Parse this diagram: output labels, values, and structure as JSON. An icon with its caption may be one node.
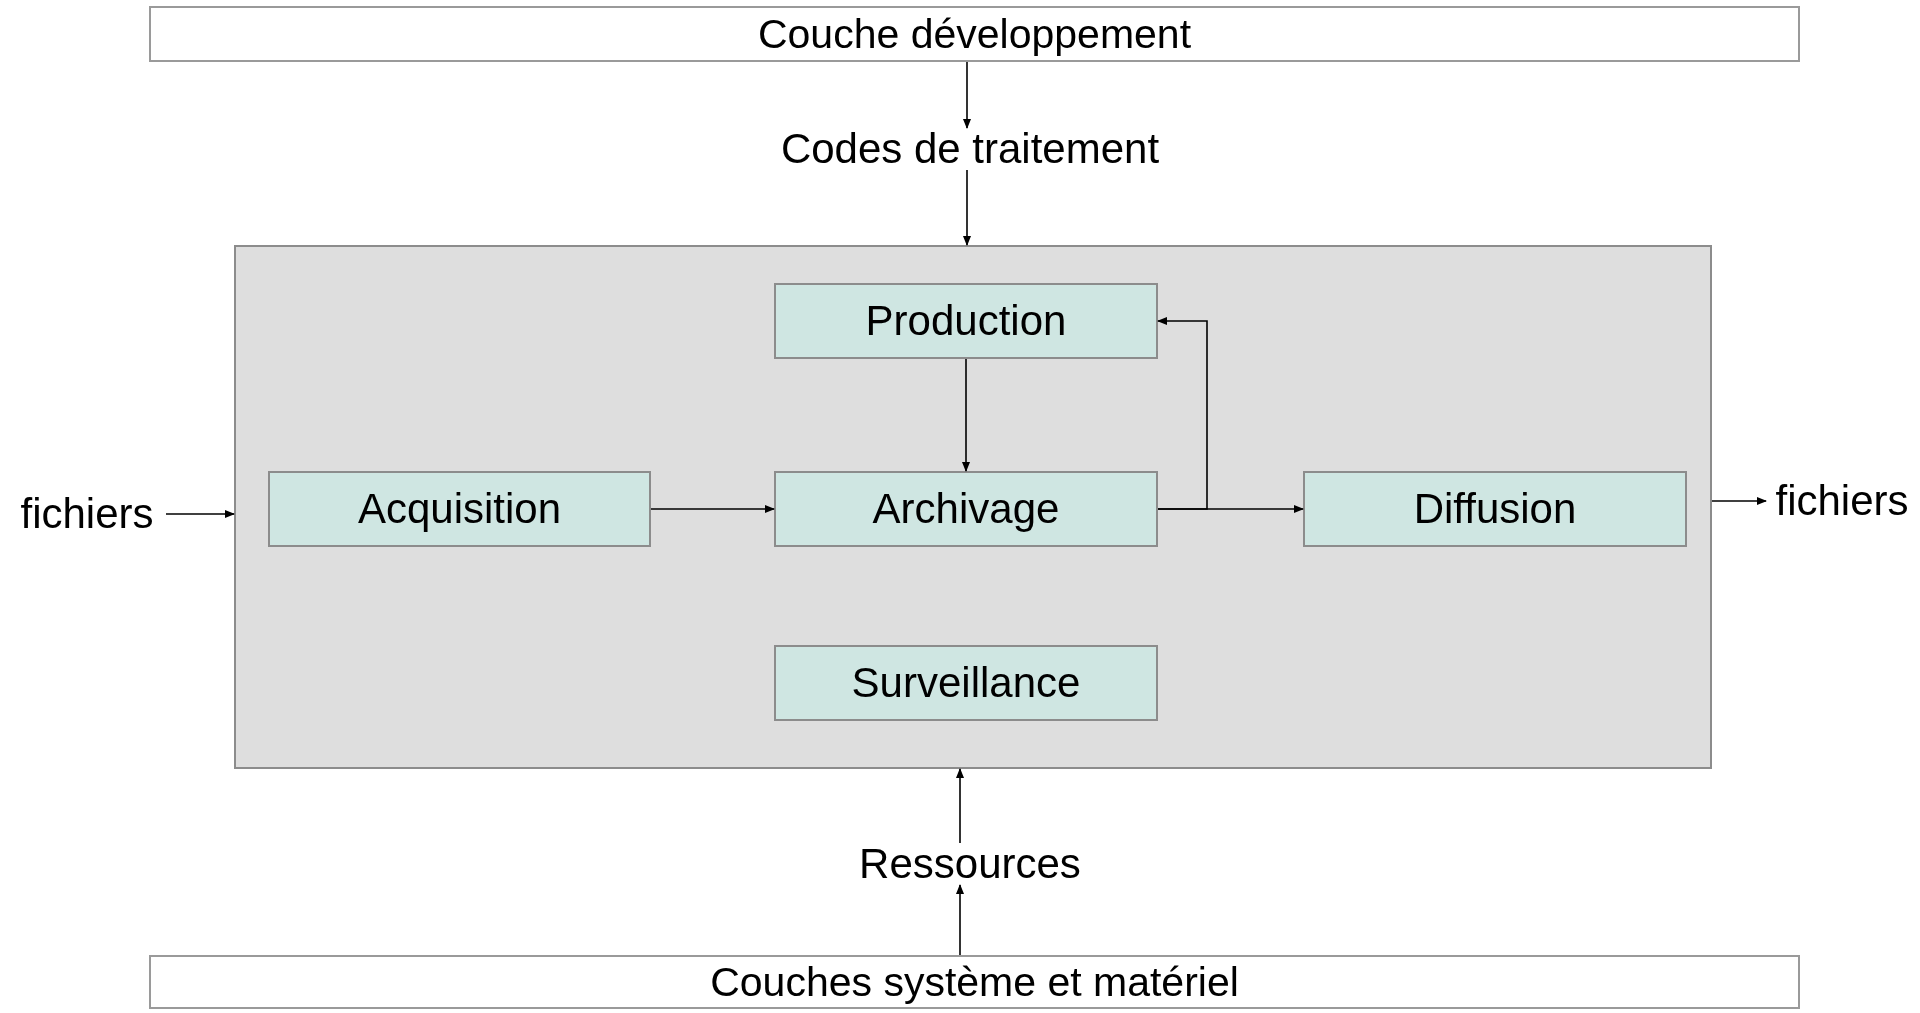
{
  "diagram": {
    "nodes": [
      {
        "text": [
          "Couche développement"
        ]
      },
      {
        "text": [
          "Codes de traitement"
        ]
      },
      {
        "text": [
          "fichiers"
        ]
      },
      {
        "text": [],
        "shape": "box"
      },
      {
        "text": [
          "Production"
        ],
        "in": 3
      },
      {
        "text": [
          "Acquisition"
        ],
        "in": 3
      },
      {
        "text": [
          "Archivage"
        ],
        "in": 3
      },
      {
        "text": [
          "Diffusion"
        ],
        "in": 3
      },
      {
        "text": [
          "Surveillance"
        ],
        "in": 3
      },
      {
        "text": [
          "fichiers"
        ]
      },
      {
        "text": [
          "Ressources"
        ]
      },
      {
        "text": [
          "Couches système et matériel"
        ]
      }
    ],
    "edges": [
      {
        "from": 0,
        "to": 1,
        "arrow": "to"
      },
      {
        "from": 1,
        "to": 3,
        "arrow": "to"
      },
      {
        "from": 2,
        "to": 3,
        "arrow": "to"
      },
      {
        "from": 4,
        "to": 6,
        "arrow": "to"
      },
      {
        "from": 5,
        "to": 6,
        "arrow": "to"
      },
      {
        "from": 6,
        "to": 7,
        "arrow": "to"
      },
      {
        "from": 6,
        "to": 4,
        "arrow": "to"
      },
      {
        "from": 3,
        "to": 9,
        "arrow": "to"
      },
      {
        "from": 10,
        "to": 3,
        "arrow": "to"
      },
      {
        "from": 11,
        "to": 10,
        "arrow": "to"
      }
    ]
  }
}
